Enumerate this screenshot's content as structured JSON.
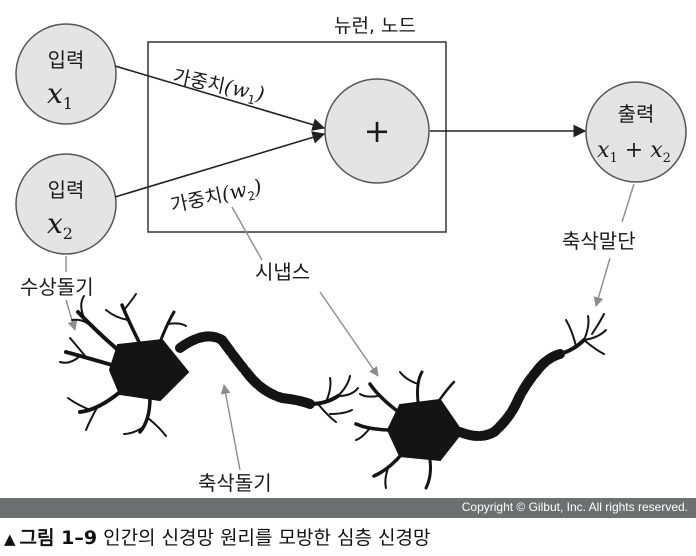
{
  "header_label": "뉴런, 노드",
  "inputs": [
    {
      "label": "입력",
      "var": "x",
      "sub": "1"
    },
    {
      "label": "입력",
      "var": "x",
      "sub": "2"
    }
  ],
  "weights": [
    {
      "label": "가중치",
      "var": "w",
      "sub": "1"
    },
    {
      "label": "가중치",
      "var": "w",
      "sub": "2"
    }
  ],
  "sum_symbol": "+",
  "output": {
    "label": "출력",
    "expr_a": "x",
    "sub_a": "1",
    "op": " + ",
    "expr_b": "x",
    "sub_b": "2"
  },
  "bio_labels": {
    "dendrite": "수상돌기",
    "synapse": "시냅스",
    "axon_terminal": "축삭말단",
    "axon": "축삭돌기"
  },
  "copyright": "Copyright © Gilbut, Inc. All rights reserved.",
  "caption": {
    "marker": "▲",
    "label": "그림 1–9",
    "text": " 인간의 신경망 원리를 모방한 심층 신경망"
  },
  "colors": {
    "node_fill": "#e4e4e4",
    "stroke": "#333333",
    "neuron": "#141414",
    "leader": "#8c8c8c",
    "bar": "#6d6f70"
  }
}
